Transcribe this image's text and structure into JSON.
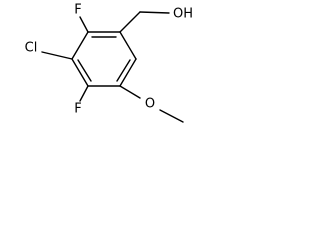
{
  "molecule": {
    "atoms": {
      "f_top": "F",
      "cl": "Cl",
      "f_bottom": "F",
      "oh": "OH",
      "o_methoxy": "O"
    }
  }
}
